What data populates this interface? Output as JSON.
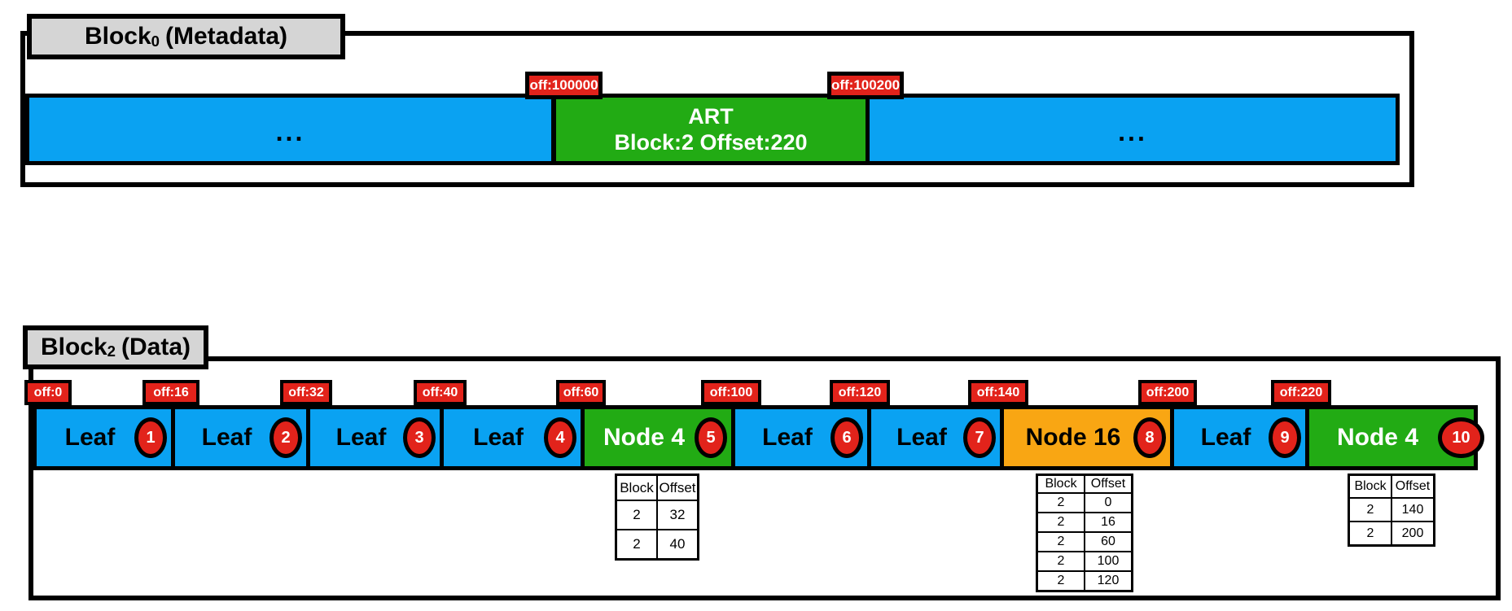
{
  "colors": {
    "blue": "#0aa2f2",
    "green": "#22ab14",
    "orange": "#f9a613",
    "red": "#e2231b",
    "gray_tab": "#d5d5d5",
    "black": "#000000"
  },
  "block0": {
    "title_main": "Block",
    "title_sub": "0",
    "title_rest": "(Metadata)",
    "ellipsis_left": "...",
    "ellipsis_right": "...",
    "art_line1": "ART",
    "art_line2": "Block:2 Offset:220",
    "off_labels": [
      "off:100000",
      "off:100200"
    ]
  },
  "block2": {
    "title_main": "Block",
    "title_sub": "2",
    "title_rest": "(Data)",
    "off_labels": [
      "off:0",
      "off:16",
      "off:32",
      "off:40",
      "off:60",
      "off:100",
      "off:120",
      "off:140",
      "off:200",
      "off:220"
    ],
    "segments": [
      {
        "label": "Leaf",
        "badge": "1"
      },
      {
        "label": "Leaf",
        "badge": "2"
      },
      {
        "label": "Leaf",
        "badge": "3"
      },
      {
        "label": "Leaf",
        "badge": "4"
      },
      {
        "label": "Node 4",
        "badge": "5"
      },
      {
        "label": "Leaf",
        "badge": "6"
      },
      {
        "label": "Leaf",
        "badge": "7"
      },
      {
        "label": "Node 16",
        "badge": "8"
      },
      {
        "label": "Leaf",
        "badge": "9"
      },
      {
        "label": "Node 4",
        "badge": "10"
      }
    ],
    "tables": [
      {
        "headers": [
          "Block",
          "Offset"
        ],
        "rows": [
          [
            "2",
            "32"
          ],
          [
            "2",
            "40"
          ]
        ]
      },
      {
        "headers": [
          "Block",
          "Offset"
        ],
        "rows": [
          [
            "2",
            "0"
          ],
          [
            "2",
            "16"
          ],
          [
            "2",
            "60"
          ],
          [
            "2",
            "100"
          ],
          [
            "2",
            "120"
          ]
        ]
      },
      {
        "headers": [
          "Block",
          "Offset"
        ],
        "rows": [
          [
            "2",
            "140"
          ],
          [
            "2",
            "200"
          ]
        ]
      }
    ]
  }
}
